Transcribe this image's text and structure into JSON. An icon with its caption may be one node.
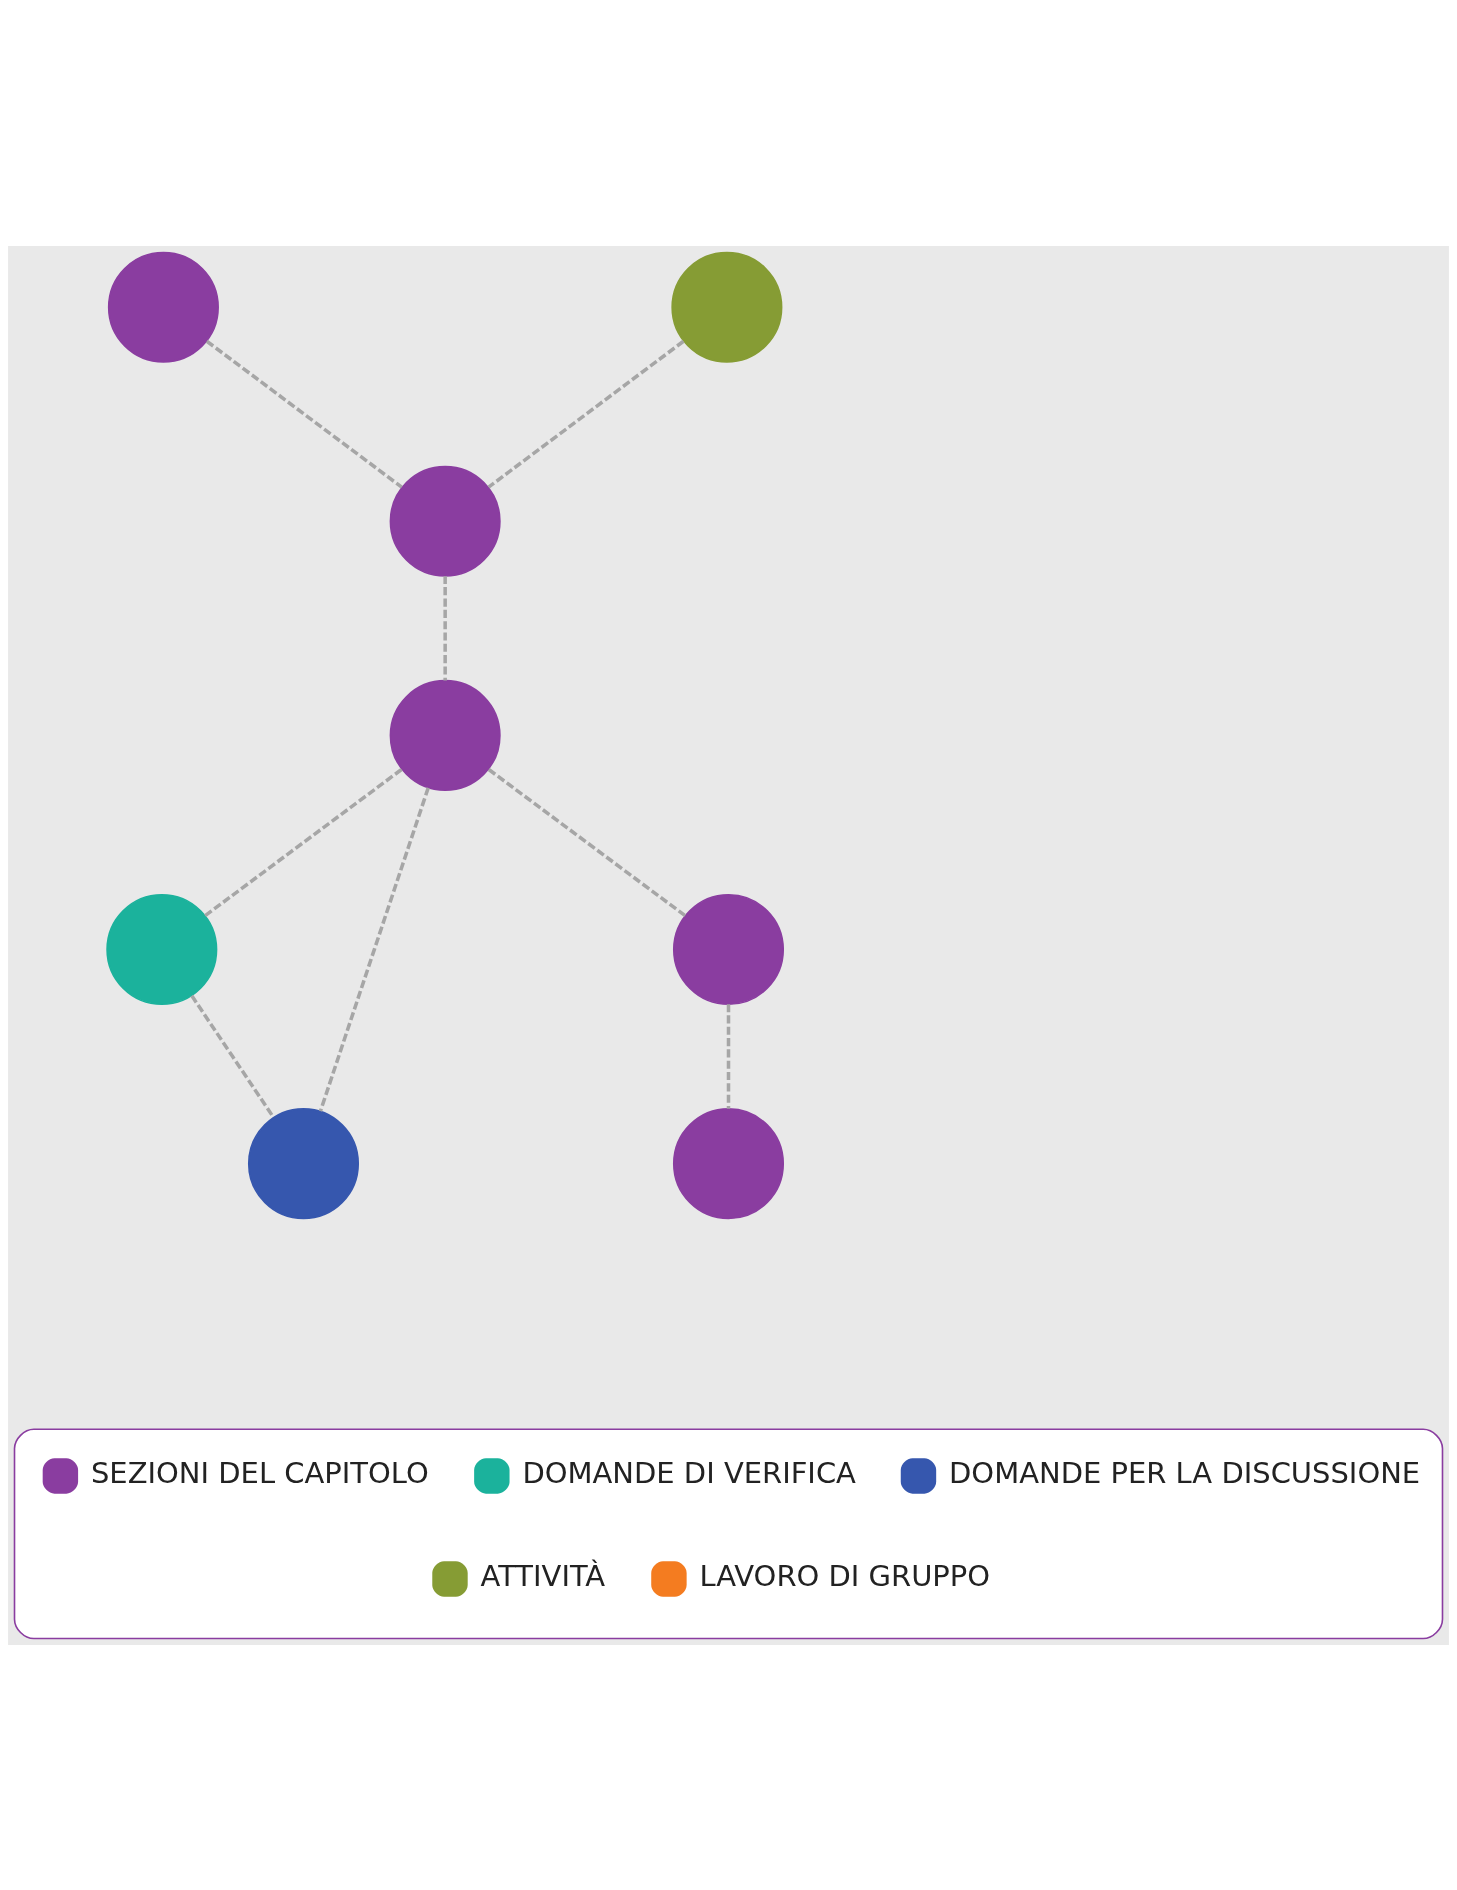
{
  "diagram": {
    "nodes": [
      {
        "text": [],
        "shape": "circle"
      },
      {
        "text": [],
        "shape": "circle"
      },
      {
        "text": [],
        "shape": "circle"
      },
      {
        "text": [],
        "shape": "circle"
      },
      {
        "text": [],
        "shape": "circle"
      },
      {
        "text": [],
        "shape": "circle"
      },
      {
        "text": [],
        "shape": "circle"
      },
      {
        "text": [],
        "shape": "circle"
      }
    ],
    "edges": [
      {
        "from": 0,
        "to": 2,
        "arrow": "none",
        "style": "dashed"
      },
      {
        "from": 1,
        "to": 2,
        "arrow": "none",
        "style": "dashed"
      },
      {
        "from": 2,
        "to": 3,
        "arrow": "none",
        "style": "dashed"
      },
      {
        "from": 3,
        "to": 4,
        "arrow": "none",
        "style": "dashed"
      },
      {
        "from": 3,
        "to": 6,
        "arrow": "none",
        "style": "dashed"
      },
      {
        "from": 4,
        "to": 6,
        "arrow": "none",
        "style": "dashed"
      },
      {
        "from": 3,
        "to": 5,
        "arrow": "none",
        "style": "dashed"
      },
      {
        "from": 5,
        "to": 7,
        "arrow": "none",
        "style": "dashed"
      }
    ],
    "legend": [
      {
        "text": "SEZIONI DEL CAPITOLO",
        "color": "#8a3da0"
      },
      {
        "text": "DOMANDE DI VERIFICA",
        "color": "#1bb29c"
      },
      {
        "text": "DOMANDE PER LA DISCUSSIONE",
        "color": "#3657ae"
      },
      {
        "text": "ATTIVITÀ",
        "color": "#869c34"
      },
      {
        "text": "LAVORO DI GRUPPO",
        "color": "#f47c20"
      }
    ]
  }
}
